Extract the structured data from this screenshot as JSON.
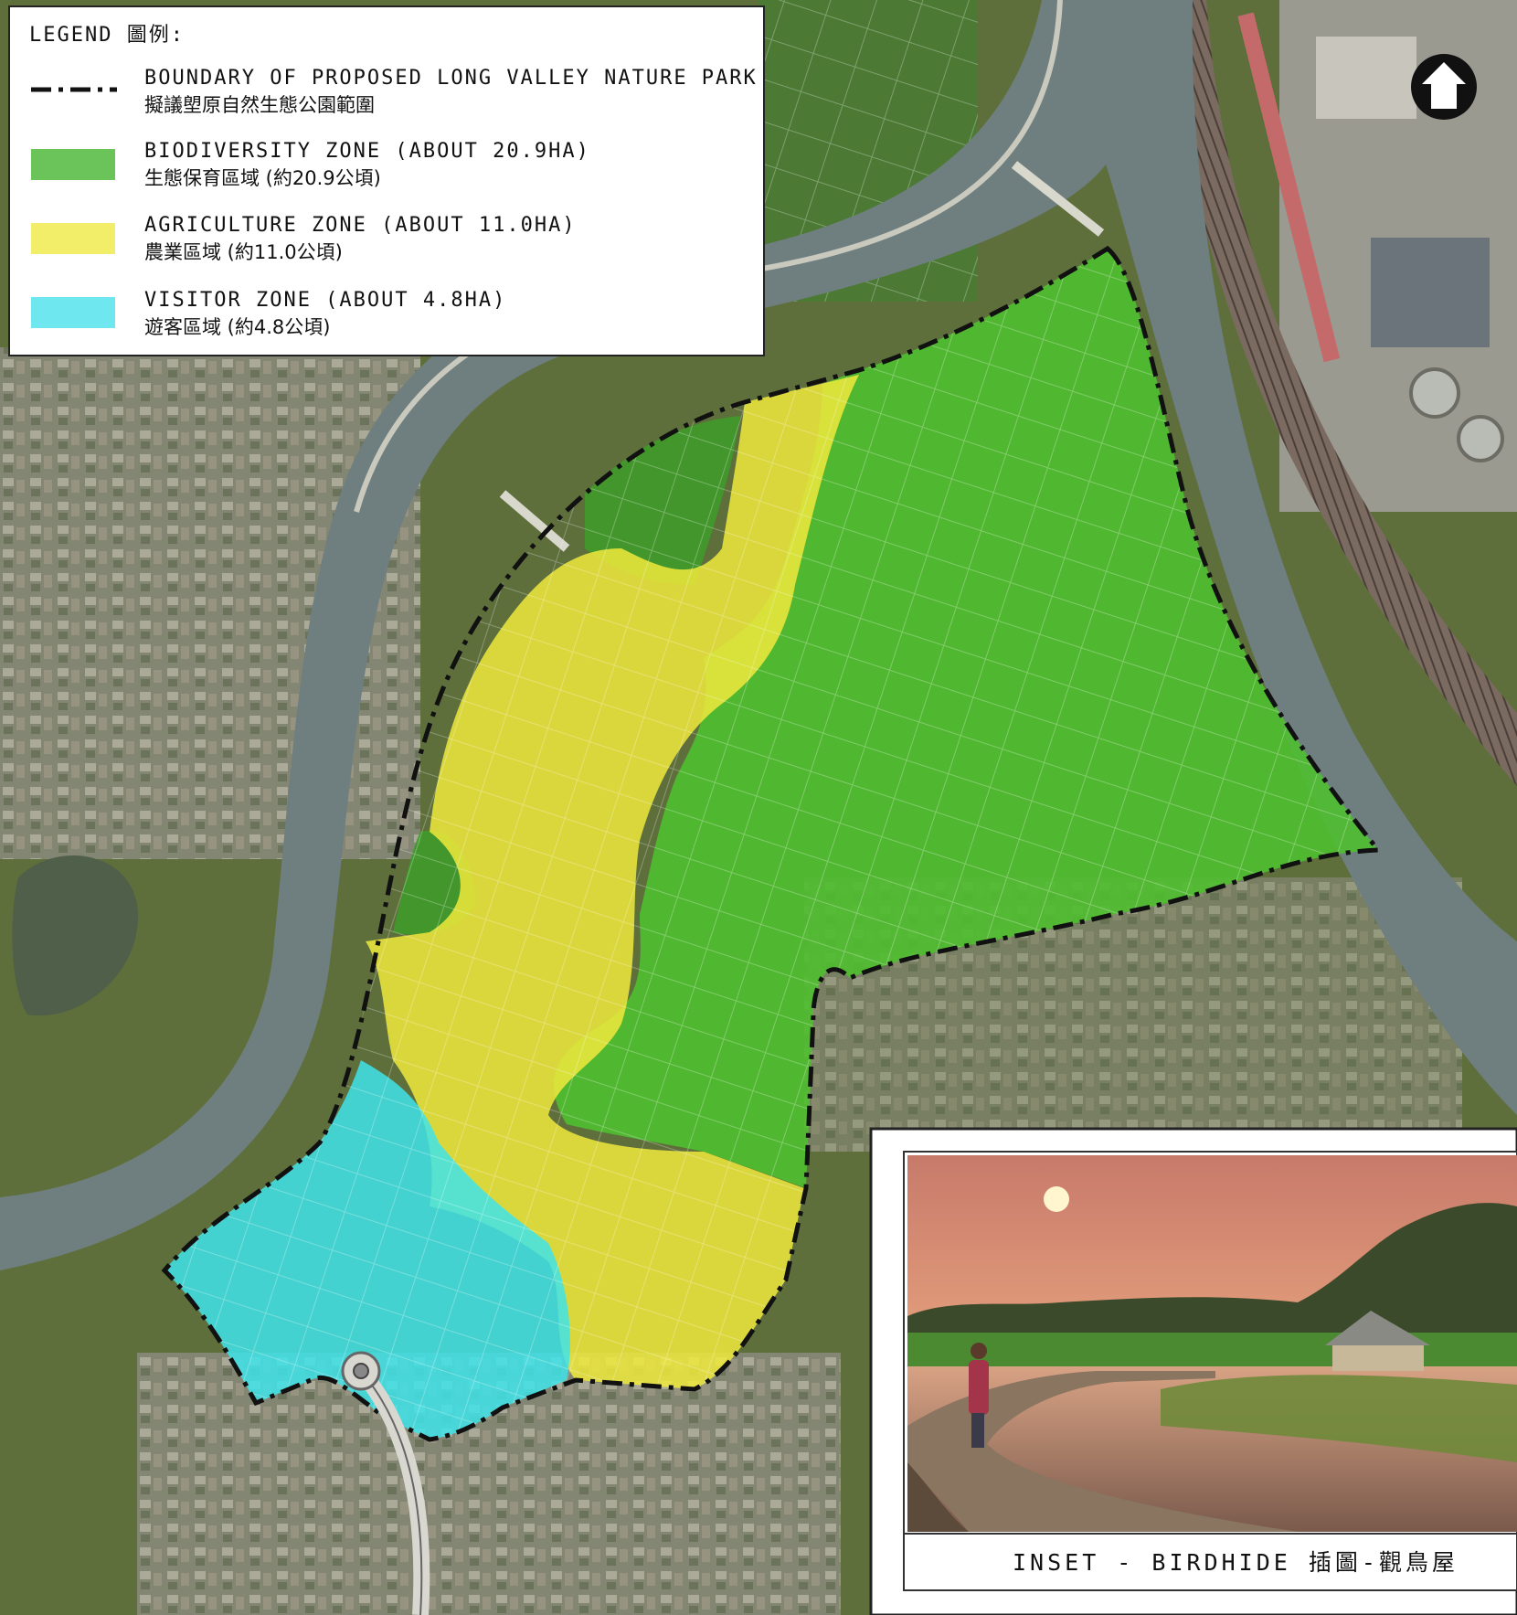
{
  "legend": {
    "title": "LEGEND 圖例:",
    "items": [
      {
        "swatch": "boundary",
        "label_en": "BOUNDARY OF PROPOSED LONG VALLEY NATURE PARK",
        "label_zh": "擬議塱原自然生態公園範圍"
      },
      {
        "swatch": "green",
        "label_en": "BIODIVERSITY ZONE (ABOUT 20.9HA)",
        "label_zh": "生態保育區域 (約20.9公頃)"
      },
      {
        "swatch": "yellow",
        "label_en": "AGRICULTURE ZONE (ABOUT 11.0HA)",
        "label_zh": "農業區域 (約11.0公頃)"
      },
      {
        "swatch": "cyan",
        "label_en": "VISITOR ZONE (ABOUT 4.8HA)",
        "label_zh": "遊客區域 (約4.8公頃)"
      }
    ]
  },
  "colors": {
    "biodiversity_zone": "#4fbf2f",
    "agriculture_zone": "#f0ea3c",
    "visitor_zone": "#3fe4ea",
    "boundary": "#111111",
    "river": "#6f7f80",
    "land": "#5e6f3c"
  },
  "icons": {
    "north_arrow": "north-arrow-icon"
  },
  "inset": {
    "caption": "INSET - BIRDHIDE 插圖-觀鳥屋"
  }
}
